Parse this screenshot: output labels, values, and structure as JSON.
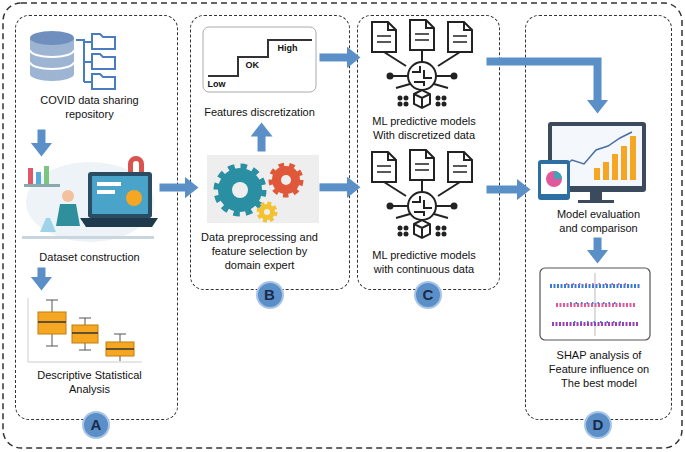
{
  "diagram": {
    "nodes": [
      {
        "text": [
          "A"
        ]
      },
      {
        "text": [
          "COVID data sharing repository"
        ],
        "in": 0
      },
      {
        "text": [
          "Dataset construction"
        ],
        "in": 0
      },
      {
        "text": [
          "Descriptive Statistical Analysis"
        ],
        "in": 0
      },
      {
        "text": [
          "B"
        ]
      },
      {
        "text": [
          "High",
          "OK",
          "Low",
          "Features discretization"
        ],
        "in": 4
      },
      {
        "text": [
          "Data preprocessing and feature selection by domain expert"
        ],
        "in": 4
      },
      {
        "text": [
          "C"
        ]
      },
      {
        "text": [
          "ML predictive models With discretized data"
        ],
        "in": 7
      },
      {
        "text": [
          "ML predictive models with continuous data"
        ],
        "in": 7
      },
      {
        "text": [
          "D"
        ]
      },
      {
        "text": [
          "Model evaluation and comparison"
        ],
        "in": 10
      },
      {
        "text": [
          "SHAP analysis of Feature influence on The best model"
        ],
        "in": 10
      }
    ],
    "edges": [
      {
        "from": 1,
        "to": 2,
        "arrow": "to"
      },
      {
        "from": 2,
        "to": 3,
        "arrow": "to"
      },
      {
        "from": 2,
        "to": 6,
        "arrow": "to"
      },
      {
        "from": 6,
        "to": 5,
        "arrow": "to"
      },
      {
        "from": 5,
        "to": 8,
        "arrow": "to"
      },
      {
        "from": 6,
        "to": 9,
        "arrow": "to"
      },
      {
        "from": 8,
        "to": 11,
        "arrow": "to"
      },
      {
        "from": 9,
        "to": 11,
        "arrow": "to"
      },
      {
        "from": 11,
        "to": 12,
        "arrow": "to"
      }
    ]
  }
}
